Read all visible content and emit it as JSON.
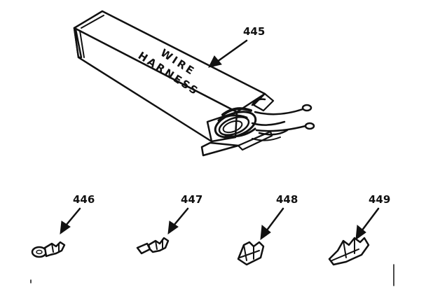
{
  "diagram": {
    "box_label_line1": "WIRE",
    "box_label_line2": "HARNESS",
    "callouts": {
      "harness": "445",
      "terminal_a": "446",
      "terminal_b": "447",
      "terminal_c": "448",
      "terminal_d": "449"
    }
  }
}
